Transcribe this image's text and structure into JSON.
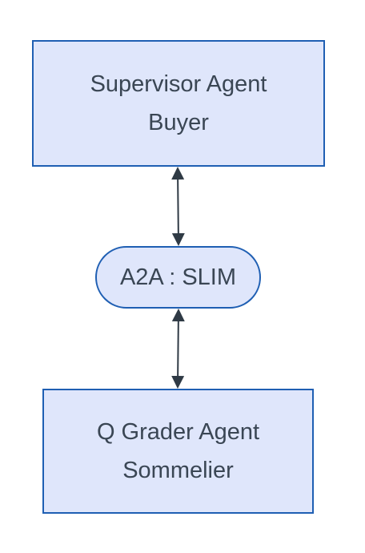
{
  "nodes": {
    "supervisor": {
      "line1": "Supervisor Agent",
      "line2": "Buyer"
    },
    "protocol": {
      "label": "A2A : SLIM"
    },
    "grader": {
      "line1": "Q Grader Agent",
      "line2": "Sommelier"
    }
  },
  "edges": [
    {
      "from": "supervisor",
      "to": "protocol",
      "direction": "bidirectional"
    },
    {
      "from": "protocol",
      "to": "grader",
      "direction": "bidirectional"
    }
  ],
  "colors": {
    "node_fill": "#dfe6fb",
    "node_border": "#1f5fb3",
    "text": "#3a4654",
    "edge": "#2f3a45"
  }
}
